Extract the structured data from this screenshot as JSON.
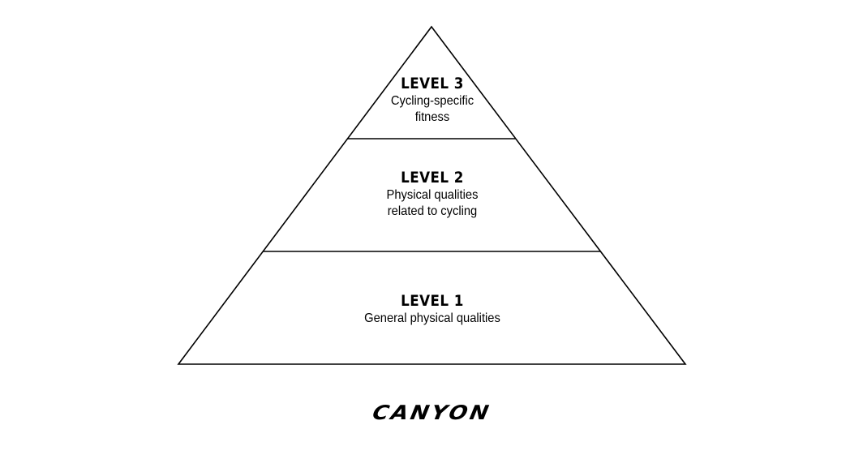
{
  "diagram": {
    "levels": [
      {
        "title": "LEVEL 3",
        "description": "Cycling-specific\nfitness"
      },
      {
        "title": "LEVEL 2",
        "description": "Physical qualities\nrelated to cycling"
      },
      {
        "title": "LEVEL 1",
        "description": "General physical qualities"
      }
    ]
  },
  "branding": {
    "logo_text": "CANYON"
  },
  "colors": {
    "stroke": "#000000",
    "background": "#ffffff"
  }
}
